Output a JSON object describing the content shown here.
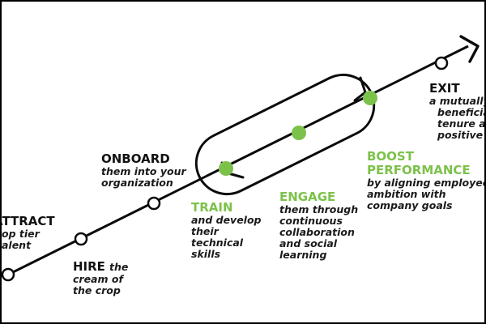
{
  "colors": {
    "line": "#0b0b0b",
    "accent": "#7cc24a",
    "frame": "#000000",
    "background": "#ffffff"
  },
  "stages": {
    "attract": {
      "title": "ATTRACT",
      "desc": [
        "top tier",
        "talent"
      ]
    },
    "hire": {
      "title": "HIRE",
      "desc_inline": "the",
      "desc": [
        "cream of",
        "the crop"
      ]
    },
    "onboard": {
      "title": "ONBOARD",
      "desc": [
        "them into your",
        "organization"
      ]
    },
    "train": {
      "title": "TRAIN",
      "desc": [
        "and develop",
        "their",
        "technical",
        "skills"
      ]
    },
    "engage": {
      "title": "ENGAGE",
      "desc": [
        "them through",
        "continuous",
        "collaboration",
        "and social",
        "learning"
      ]
    },
    "boost": {
      "title": [
        "BOOST",
        "PERFORMANCE"
      ],
      "desc": [
        "by aligning employee",
        "ambition with",
        "company goals"
      ]
    },
    "exit": {
      "title": "EXIT",
      "desc": [
        "a mutually",
        "beneficial",
        "tenure and",
        "positive experience"
      ]
    }
  }
}
